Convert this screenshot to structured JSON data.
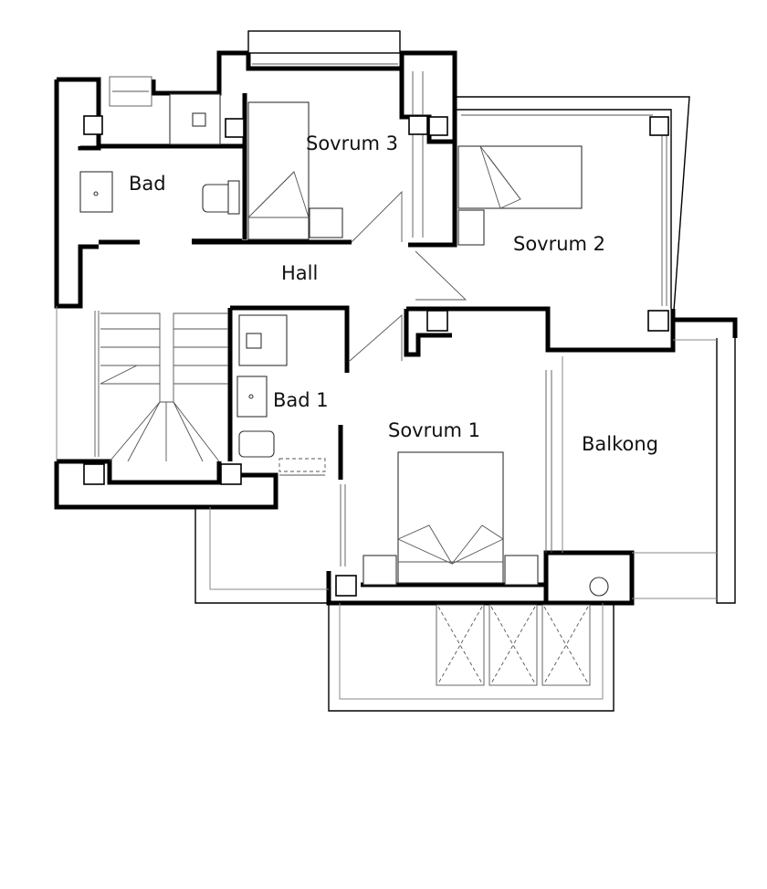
{
  "rooms": {
    "bad": "Bad",
    "sovrum3": "Sovrum 3",
    "sovrum2": "Sovrum 2",
    "hall": "Hall",
    "bad1": "Bad 1",
    "sovrum1": "Sovrum 1",
    "balkong": "Balkong"
  },
  "colors": {
    "wall": "#000000",
    "background": "#ffffff"
  }
}
